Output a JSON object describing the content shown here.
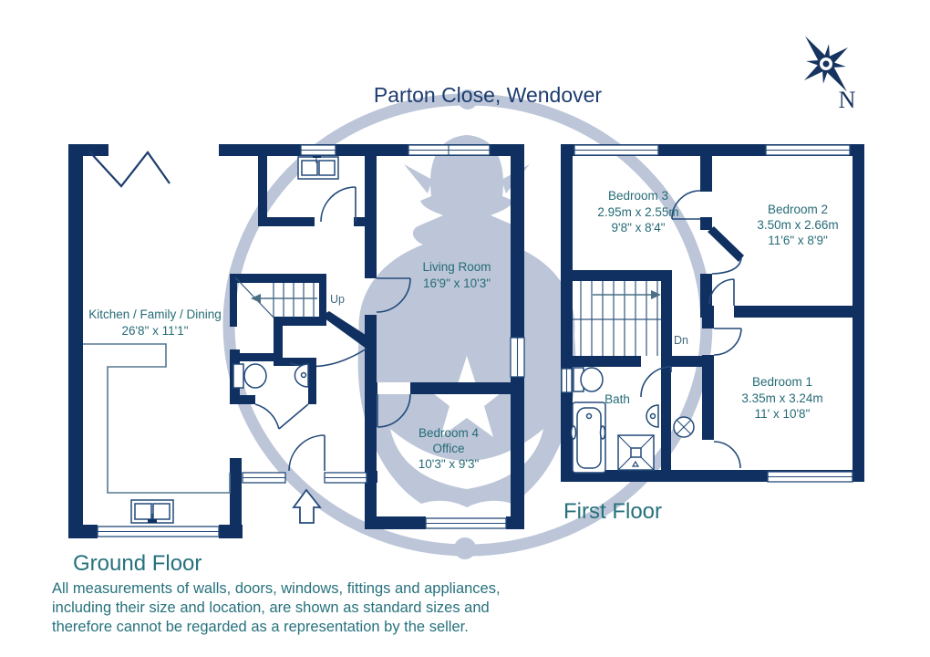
{
  "title": "Parton Close, Wendover",
  "compass": {
    "north_label": "N"
  },
  "ground_floor": {
    "label": "Ground Floor",
    "stairs_label": "Up",
    "rooms": {
      "kitchen": {
        "name": "Kitchen / Family / Dining",
        "size_imperial": "26'8\" x 11'1\""
      },
      "living": {
        "name": "Living Room",
        "size_imperial": "16'9\" x 10'3\""
      },
      "bedroom4": {
        "name": "Bedroom 4",
        "alt_name": "Office",
        "size_imperial": "10'3\" x 9'3\""
      }
    }
  },
  "first_floor": {
    "label": "First Floor",
    "stairs_label": "Dn",
    "rooms": {
      "bedroom3": {
        "name": "Bedroom 3",
        "size_metric": "2.95m x 2.55m",
        "size_imperial": "9'8\" x 8'4\""
      },
      "bedroom2": {
        "name": "Bedroom 2",
        "size_metric": "3.50m x 2.66m",
        "size_imperial": "11'6\" x 8'9\""
      },
      "bedroom1": {
        "name": "Bedroom 1",
        "size_metric": "3.35m x 3.24m",
        "size_imperial": "11' x 10'8\""
      },
      "bath": {
        "name": "Bath"
      }
    }
  },
  "disclaimer": {
    "line1": "All measurements of walls, doors, windows, fittings and appliances,",
    "line2": "including their size and location, are shown as standard sizes and",
    "line3": "therefore cannot be regarded as a representation by the seller."
  },
  "colors": {
    "wall_navy": "#0f3060",
    "text_teal": "#26717c",
    "title_navy": "#1d3c6e",
    "watermark_blue": "#bcc6d8"
  }
}
